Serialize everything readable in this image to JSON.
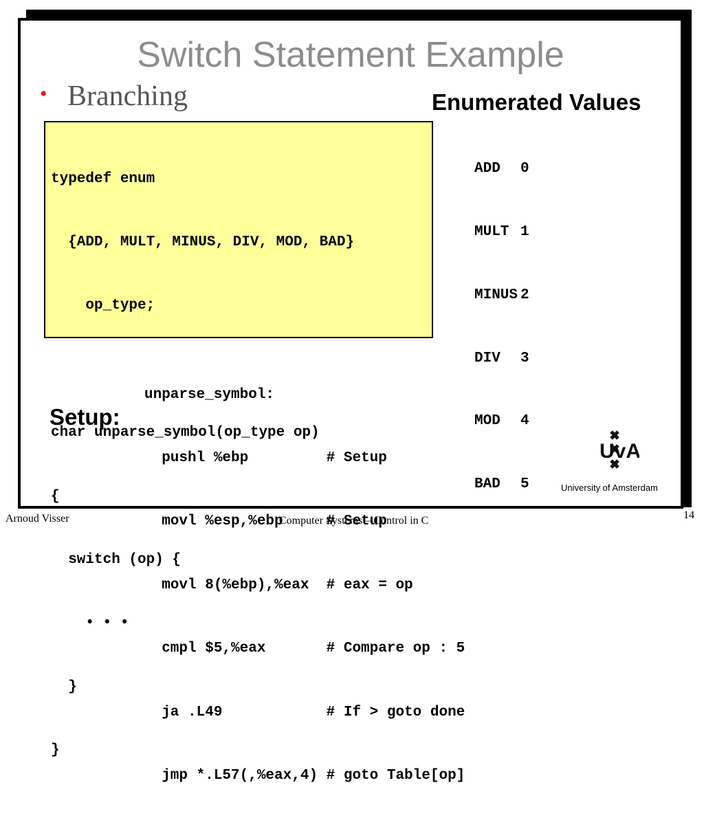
{
  "title": "Switch Statement Example",
  "bullet": "Branching",
  "enum": {
    "heading": "Enumerated Values",
    "rows": [
      {
        "name": "ADD  ",
        "value": "0"
      },
      {
        "name": "MULT ",
        "value": "1"
      },
      {
        "name": "MINUS",
        "value": "2"
      },
      {
        "name": "DIV  ",
        "value": "3"
      },
      {
        "name": "MOD  ",
        "value": "4"
      },
      {
        "name": "BAD  ",
        "value": "5"
      }
    ]
  },
  "code_lines": [
    "typedef enum",
    "  {ADD, MULT, MINUS, DIV, MOD, BAD}",
    "    op_type;",
    "",
    "char unparse_symbol(op_type op)",
    "{",
    "  switch (op) {",
    "    • • •",
    "  }",
    "}"
  ],
  "setup_label": "Setup:",
  "asm_lines": [
    "unparse_symbol:",
    "  pushl %ebp         # Setup",
    "  movl %esp,%ebp     # Setup",
    "  movl 8(%ebp),%eax  # eax = op",
    "  cmpl $5,%eax       # Compare op : 5",
    "  ja .L49            # If > goto done",
    "  jmp *.L57(,%eax,4) # goto Table[op]"
  ],
  "logo": {
    "text": "UvA",
    "icon": "university-crosses-logo"
  },
  "university": "University  of Amsterdam",
  "footer": {
    "author": "Arnoud Visser",
    "course": "Computer Systems – Control in C",
    "page": "14"
  }
}
